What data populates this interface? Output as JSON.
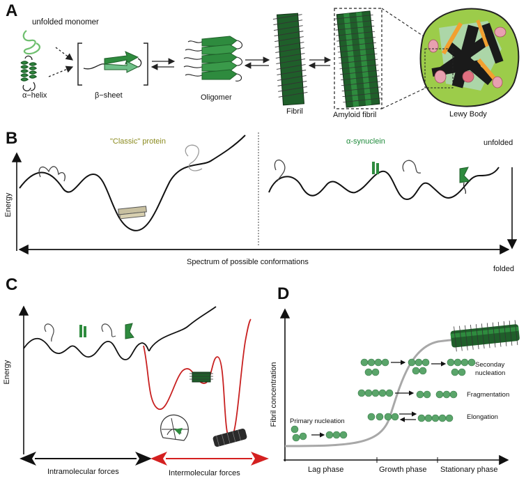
{
  "panels": {
    "a": {
      "letter": "A",
      "unfolded_monomer": "unfolded monomer",
      "alpha_helix": "α−helix",
      "beta_sheet": "β−sheet",
      "oligomer": "Oligomer",
      "fibril": "Fibril",
      "amyloid_fibril": "Amyloid fibril",
      "lewy_body": "Lewy Body"
    },
    "b": {
      "letter": "B",
      "classic_protein": "\"Classic\" protein",
      "alpha_synuclein": "α-synuclein",
      "energy": "Energy",
      "unfolded": "unfolded",
      "folded": "folded",
      "spectrum": "Spectrum of possible conformations"
    },
    "c": {
      "letter": "C",
      "energy": "Energy",
      "intramolecular": "Intramolecular forces",
      "intermolecular": "Intermolecular forces"
    },
    "d": {
      "letter": "D",
      "ylabel": "Fibril concentration",
      "primary_nucleation": "Primary nucleation",
      "secondary_nucleation_1": "Seconday",
      "secondary_nucleation_2": "nucleation",
      "fragmentation": "Fragmentation",
      "elongation": "Elongation",
      "lag_phase": "Lag phase",
      "growth_phase": "Growth phase",
      "stationary_phase": "Stationary phase"
    }
  },
  "colors": {
    "green": "#2e8b3e",
    "dark_green": "#1f5f2a",
    "red": "#d42020",
    "lewy_green": "#9ccc4a",
    "sphere": "#5aa56a",
    "curve_gray": "#a8a8a8"
  }
}
